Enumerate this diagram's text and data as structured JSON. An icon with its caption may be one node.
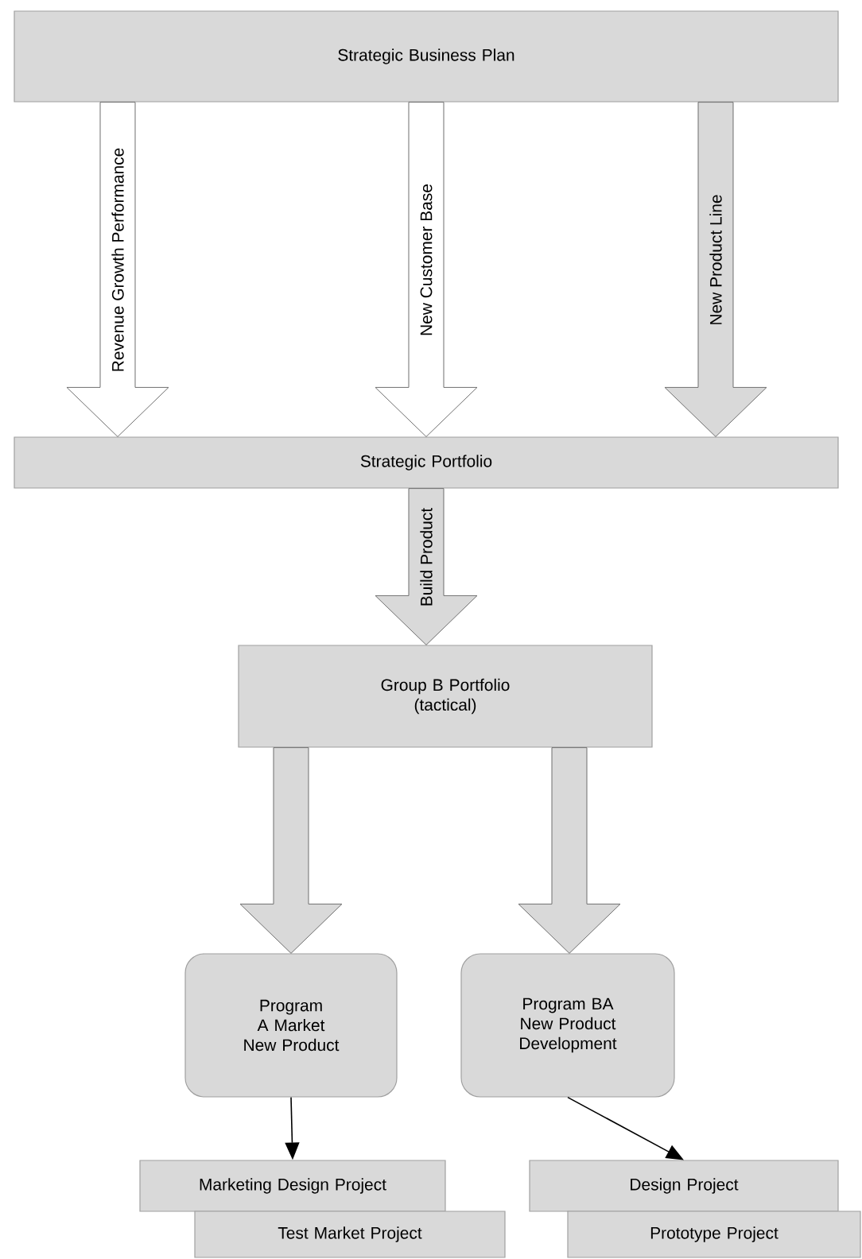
{
  "diagram": {
    "nodes": [
      {
        "text": [
          "Strategic Business Plan"
        ]
      },
      {
        "text": [
          "Strategic Portfolio"
        ]
      },
      {
        "text": [
          "Group B Portfolio (tactical)"
        ]
      },
      {
        "text": [
          "Program A Market New Product"
        ]
      },
      {
        "text": [
          "Program BA New Product Development"
        ]
      },
      {
        "text": [
          "Marketing Design Project"
        ]
      },
      {
        "text": [
          "Test Market Project"
        ]
      },
      {
        "text": [
          "Design Project"
        ]
      },
      {
        "text": [
          "Prototype Project"
        ]
      }
    ],
    "edges": [
      {
        "from": 0,
        "to": 1,
        "arrow": "to",
        "label": "Revenue Growth Performance",
        "style": "thick",
        "color": "#ffffff"
      },
      {
        "from": 0,
        "to": 1,
        "arrow": "to",
        "label": "New Customer Base",
        "style": "thick",
        "color": "#ffffff"
      },
      {
        "from": 0,
        "to": 1,
        "arrow": "to",
        "label": "New Product Line",
        "style": "thick"
      },
      {
        "from": 1,
        "to": 2,
        "arrow": "to",
        "label": "Build Product",
        "style": "thick"
      },
      {
        "from": 2,
        "to": 3,
        "arrow": "to",
        "style": "thick"
      },
      {
        "from": 2,
        "to": 4,
        "arrow": "to",
        "style": "thick"
      },
      {
        "from": 3,
        "to": 5,
        "arrow": "to"
      },
      {
        "from": 4,
        "to": 7,
        "arrow": "to"
      }
    ]
  }
}
